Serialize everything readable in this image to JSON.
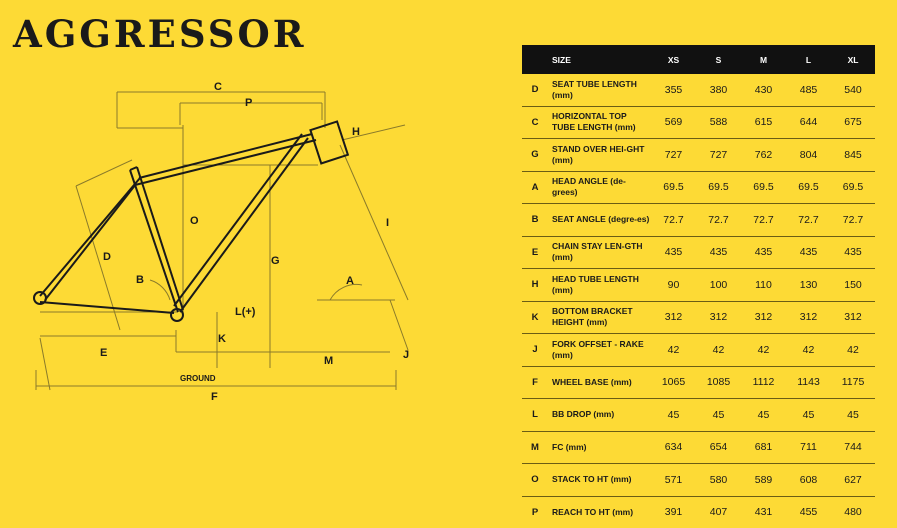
{
  "title": "AGGRESSOR",
  "diagram": {
    "labels": {
      "C": "C",
      "P": "P",
      "H": "H",
      "I": "I",
      "O": "O",
      "G": "G",
      "D": "D",
      "B": "B",
      "A": "A",
      "E": "E",
      "L": "L(+)",
      "K": "K",
      "M": "M",
      "J": "J",
      "F": "F",
      "ground": "GROUND"
    }
  },
  "table": {
    "headers": [
      "SIZE",
      "XS",
      "S",
      "M",
      "L",
      "XL"
    ],
    "rows": [
      {
        "code": "D",
        "name": "SEAT TUBE LENGTH (mm)",
        "values": [
          "355",
          "380",
          "430",
          "485",
          "540"
        ]
      },
      {
        "code": "C",
        "name": "HORIZONTAL TOP TUBE LENGTH (mm)",
        "values": [
          "569",
          "588",
          "615",
          "644",
          "675"
        ]
      },
      {
        "code": "G",
        "name": "STAND OVER HEI-GHT (mm)",
        "values": [
          "727",
          "727",
          "762",
          "804",
          "845"
        ]
      },
      {
        "code": "A",
        "name": "HEAD ANGLE (de-grees)",
        "values": [
          "69.5",
          "69.5",
          "69.5",
          "69.5",
          "69.5"
        ]
      },
      {
        "code": "B",
        "name": "SEAT ANGLE (degre-es)",
        "values": [
          "72.7",
          "72.7",
          "72.7",
          "72.7",
          "72.7"
        ]
      },
      {
        "code": "E",
        "name": "CHAIN STAY LEN-GTH (mm)",
        "values": [
          "435",
          "435",
          "435",
          "435",
          "435"
        ]
      },
      {
        "code": "H",
        "name": "HEAD TUBE LENGTH (mm)",
        "values": [
          "90",
          "100",
          "110",
          "130",
          "150"
        ]
      },
      {
        "code": "K",
        "name": "BOTTOM BRACKET HEIGHT (mm)",
        "values": [
          "312",
          "312",
          "312",
          "312",
          "312"
        ]
      },
      {
        "code": "J",
        "name": "FORK OFFSET - RAKE (mm)",
        "values": [
          "42",
          "42",
          "42",
          "42",
          "42"
        ]
      },
      {
        "code": "F",
        "name": "WHEEL BASE (mm)",
        "values": [
          "1065",
          "1085",
          "1112",
          "1143",
          "1175"
        ]
      },
      {
        "code": "L",
        "name": "BB DROP (mm)",
        "values": [
          "45",
          "45",
          "45",
          "45",
          "45"
        ]
      },
      {
        "code": "M",
        "name": "FC (mm)",
        "values": [
          "634",
          "654",
          "681",
          "711",
          "744"
        ]
      },
      {
        "code": "O",
        "name": "STACK TO HT (mm)",
        "values": [
          "571",
          "580",
          "589",
          "608",
          "627"
        ]
      },
      {
        "code": "P",
        "name": "REACH TO HT (mm)",
        "values": [
          "391",
          "407",
          "431",
          "455",
          "480"
        ]
      }
    ]
  }
}
